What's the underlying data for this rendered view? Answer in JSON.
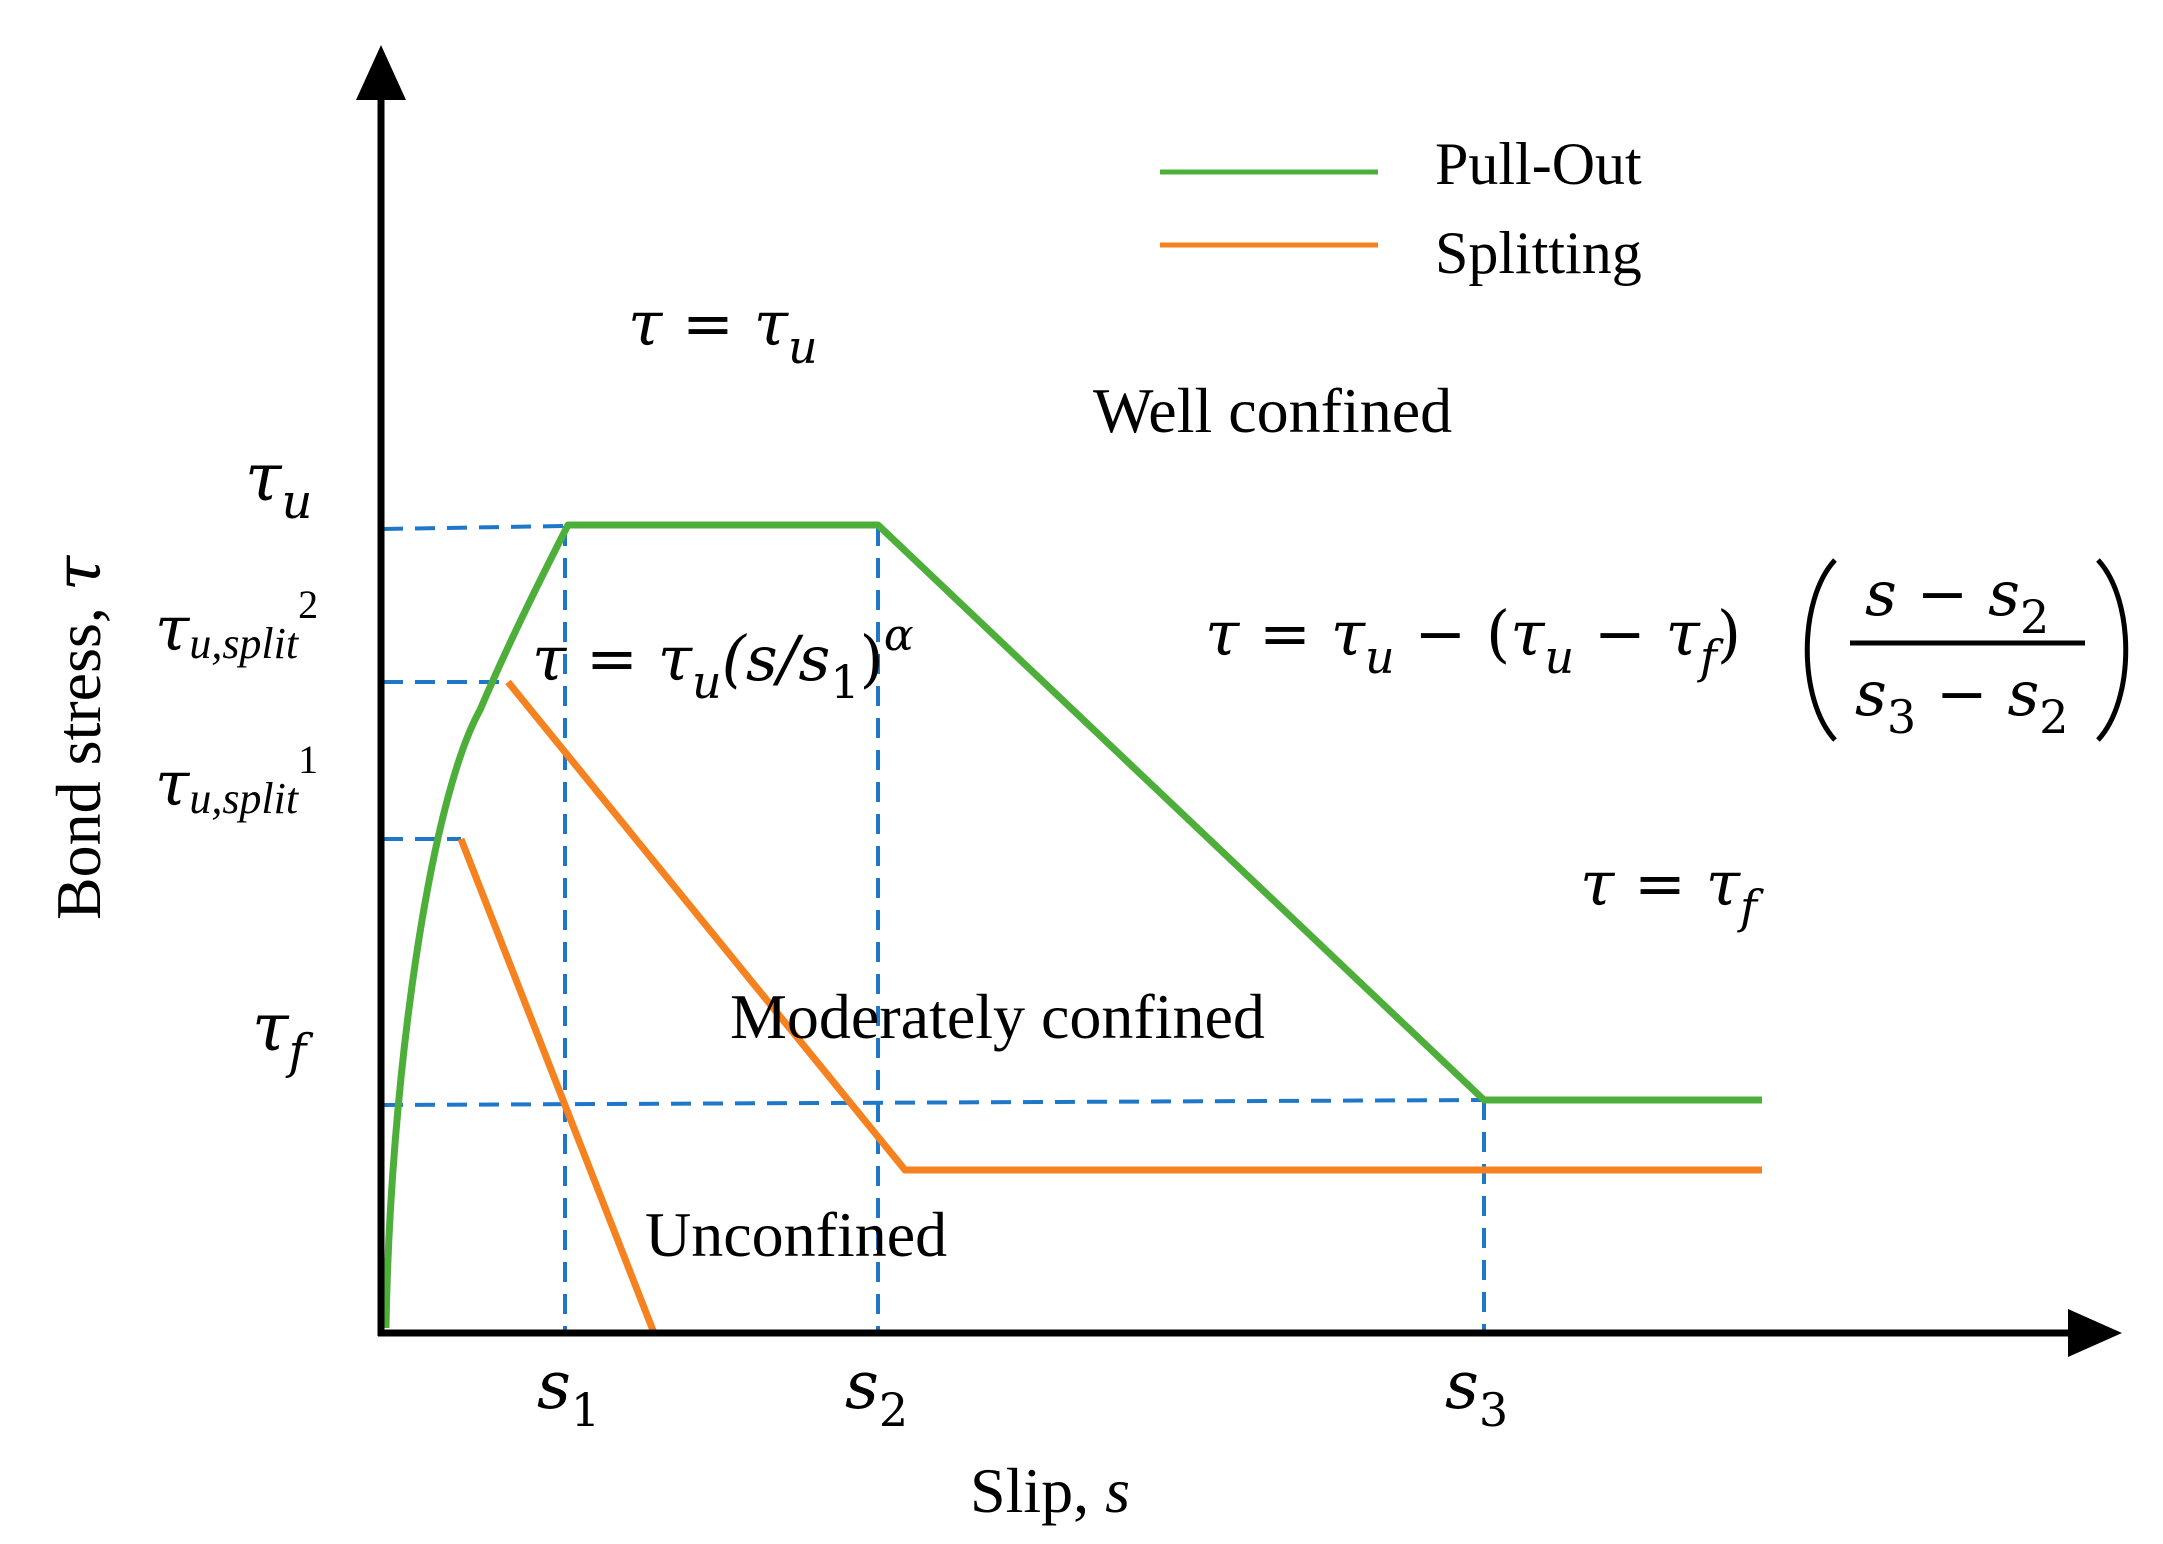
{
  "axes": {
    "y_label_text": "Bond stress, ",
    "y_label_symbol": "τ",
    "x_label_text": "Slip, ",
    "x_label_symbol": "s"
  },
  "y_ticks": {
    "tau_u": {
      "base": "τ",
      "sub": "u"
    },
    "tau_split2": {
      "base": "τ",
      "sub": "u,split",
      "sup": "2"
    },
    "tau_split1": {
      "base": "τ",
      "sub": "u,split",
      "sup": "1"
    },
    "tau_f": {
      "base": "τ",
      "sub": "f"
    }
  },
  "x_ticks": {
    "s1": {
      "base": "s",
      "sub": "1"
    },
    "s2": {
      "base": "s",
      "sub": "2"
    },
    "s3": {
      "base": "s",
      "sub": "3"
    }
  },
  "legend": [
    {
      "label": "Pull-Out",
      "color": "#4daf3a"
    },
    {
      "label": "Splitting",
      "color": "#f5821f"
    }
  ],
  "region_labels": {
    "well_confined": "Well confined",
    "moderately_confined": "Moderately confined",
    "unconfined": "Unconfined"
  },
  "equations": {
    "plateau": {
      "lhs": "τ",
      "eq": " = ",
      "rhs": "τ",
      "rhs_sub": "u"
    },
    "ascending": {
      "lhs": "τ",
      "eq": " = ",
      "t": "τ",
      "t_sub": "u",
      "open": "(s/s",
      "s_sub": "1",
      "close": ")",
      "exp": "α"
    },
    "descending": {
      "lhs": "τ",
      "eq": " = ",
      "t1": "τ",
      "t1_sub": "u",
      "minus": " − (",
      "t2": "τ",
      "t2_sub": "u",
      "minus2": " − ",
      "t3": "τ",
      "t3_sub": "f",
      "close": ")",
      "num": "s − s",
      "num_sub": "2",
      "den_a": "s",
      "den_a_sub": "3",
      "den_mid": " − s",
      "den_b_sub": "2"
    },
    "residual": {
      "lhs": "τ",
      "eq": " = ",
      "rhs": "τ",
      "rhs_sub": "f"
    }
  },
  "colors": {
    "axis": "#000000",
    "guide": "#1f77c8",
    "pull_out": "#4daf3a",
    "splitting": "#f5821f"
  }
}
